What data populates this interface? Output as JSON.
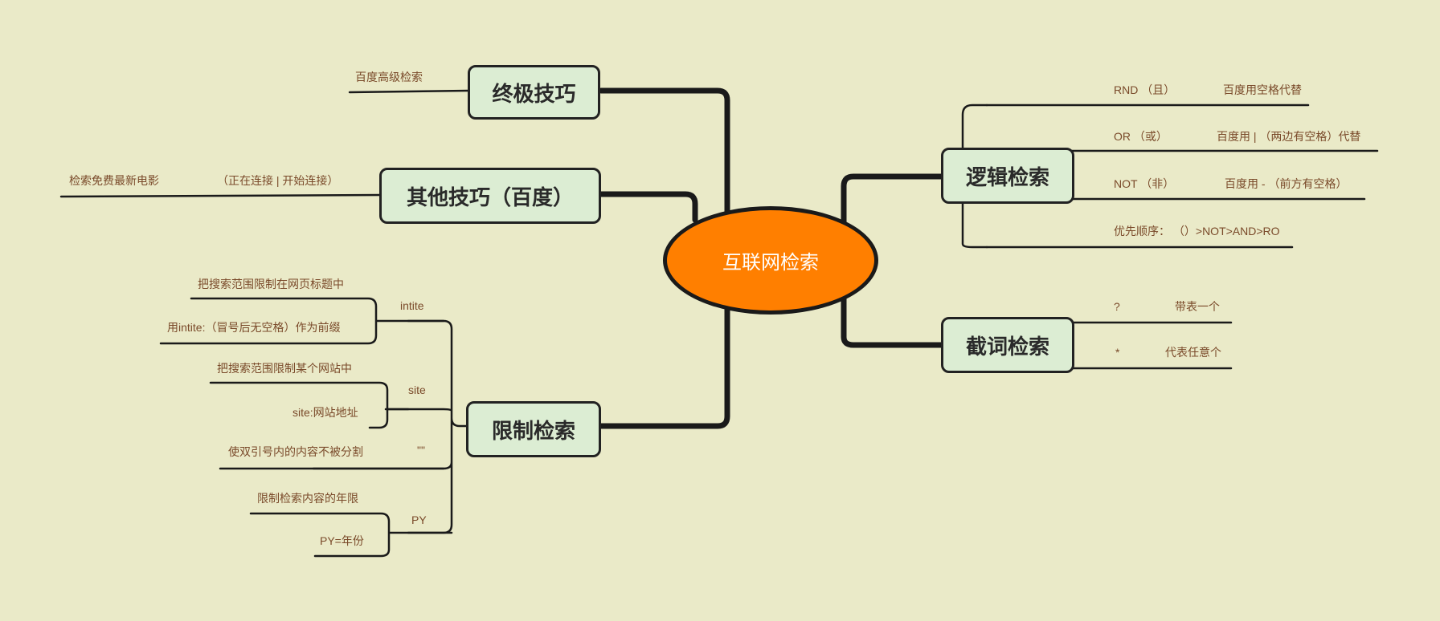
{
  "root": {
    "label": "互联网检索"
  },
  "branches": {
    "ultimate": {
      "label": "终极技巧",
      "items": [
        "百度高级检索"
      ]
    },
    "other": {
      "label": "其他技巧（百度）",
      "items": [
        "检索免费最新电影",
        "（正在连接 | 开始连接）"
      ]
    },
    "limit": {
      "label": "限制检索",
      "groups": [
        {
          "label": "intite",
          "items": [
            "把搜索范围限制在网页标题中",
            "用intite:（冒号后无空格）作为前缀"
          ]
        },
        {
          "label": "site",
          "items": [
            "把搜索范围限制某个网站中",
            "site:网站地址"
          ]
        },
        {
          "label": "\"\"",
          "items": [
            "使双引号内的内容不被分割"
          ]
        },
        {
          "label": "PY",
          "items": [
            "限制检索内容的年限",
            "PY=年份"
          ]
        }
      ]
    },
    "logic": {
      "label": "逻辑检索",
      "items": [
        {
          "op": "RND （且）",
          "desc": "百度用空格代替"
        },
        {
          "op": "OR （或）",
          "desc": "百度用 | （两边有空格）代替"
        },
        {
          "op": "NOT （非）",
          "desc": "百度用 - （前方有空格）"
        },
        {
          "op": "优先顺序： （）>NOT>AND>RO",
          "desc": ""
        }
      ]
    },
    "truncate": {
      "label": "截词检索",
      "items": [
        {
          "op": "?",
          "desc": "带表一个"
        },
        {
          "op": "*",
          "desc": "代表任意个"
        }
      ]
    }
  },
  "colors": {
    "background": "#eaeac8",
    "root_fill": "#ff7f00",
    "branch_fill": "#dcedd3",
    "label_text": "#7a4a2a",
    "connector": "#1a1a1a"
  }
}
